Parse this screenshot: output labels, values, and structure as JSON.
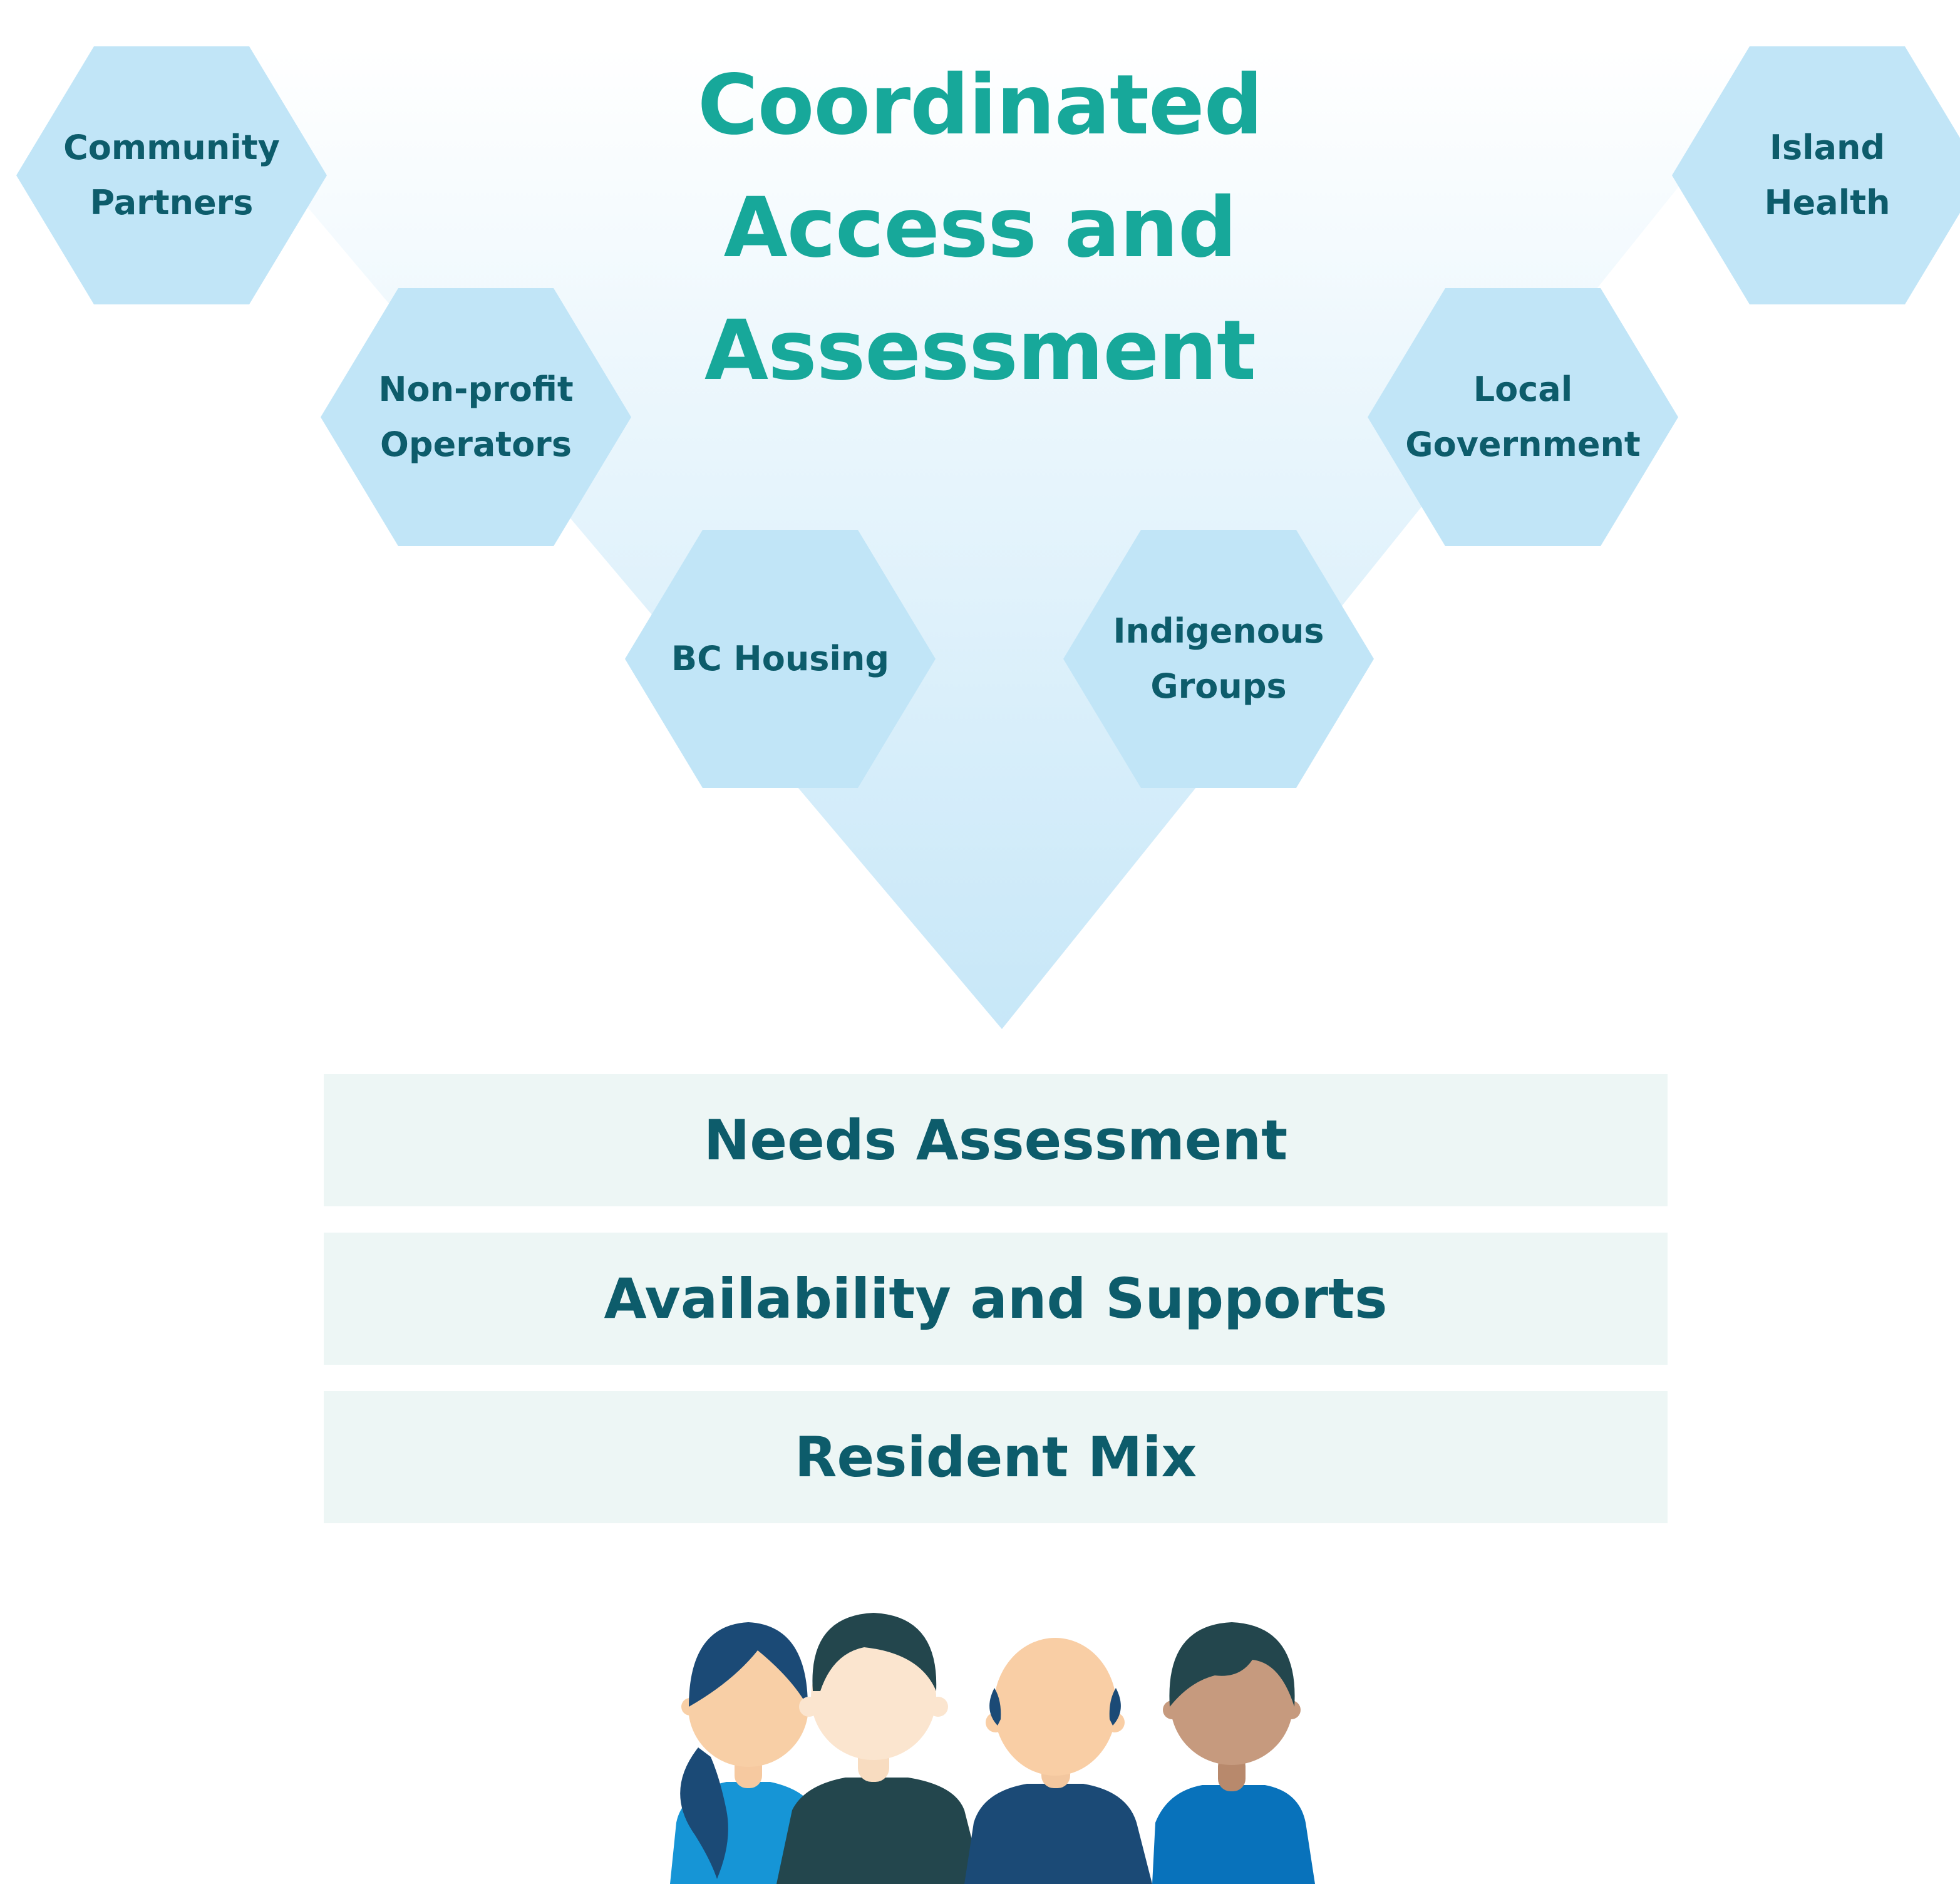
{
  "title": "Coordinated Access and Assessment",
  "partners": [
    {
      "id": "community-partners",
      "label": "Community\nPartners"
    },
    {
      "id": "non-profit-operators",
      "label": "Non-profit\nOperators"
    },
    {
      "id": "bc-housing",
      "label": "BC Housing"
    },
    {
      "id": "indigenous-groups",
      "label": "Indigenous\nGroups"
    },
    {
      "id": "local-government",
      "label": "Local\nGovernment"
    },
    {
      "id": "island-health",
      "label": "Island\nHealth"
    }
  ],
  "stages": [
    {
      "label": "Needs Assessment"
    },
    {
      "label": "Availability and Supports"
    },
    {
      "label": "Resident Mix"
    }
  ],
  "colors": {
    "title": "#17a89a",
    "hexagon_fill": "#c1e5f7",
    "label_text": "#0d5c6b",
    "funnel_top": "#ffffff",
    "funnel_bottom": "#c7e7f8",
    "bar_fill": "#edf6f5"
  },
  "icons": [
    "person-ponytail-icon",
    "person-dark-hair-icon",
    "person-bald-icon",
    "person-short-hair-icon"
  ]
}
